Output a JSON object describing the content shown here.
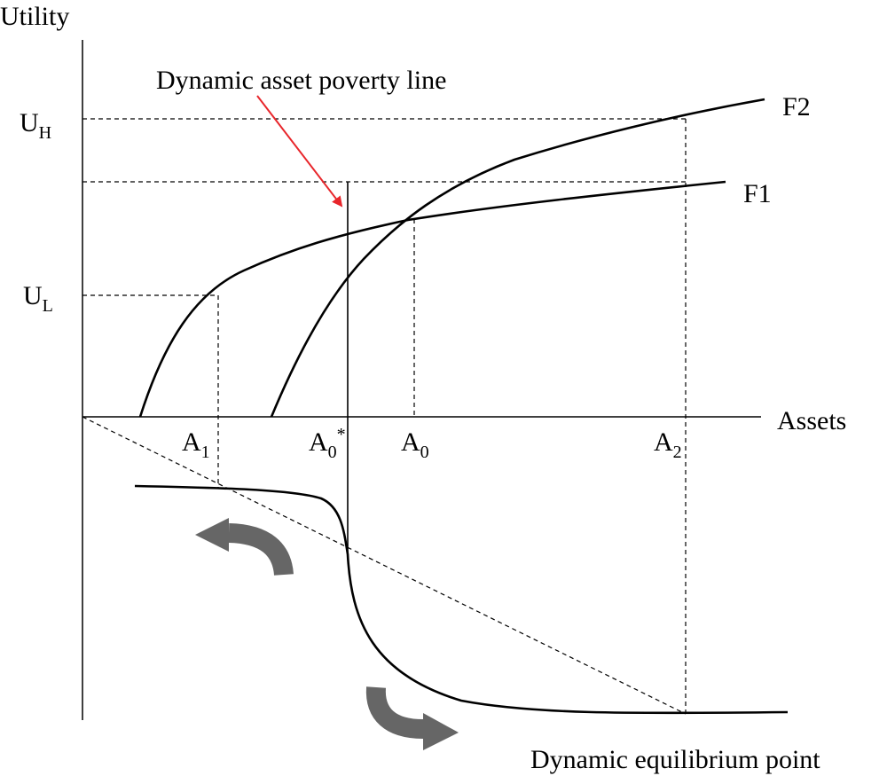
{
  "axes": {
    "y_label": "Utility",
    "x_label": "Assets"
  },
  "curves": {
    "f1": "F1",
    "f2": "F2"
  },
  "y_ticks": [
    {
      "main": "U",
      "sub": "H"
    },
    {
      "main": "U",
      "sub": "L"
    }
  ],
  "x_ticks": [
    {
      "main": "A",
      "sub": "1",
      "sup": ""
    },
    {
      "main": "A",
      "sub": "0",
      "sup": "*"
    },
    {
      "main": "A",
      "sub": "0",
      "sup": ""
    },
    {
      "main": "A",
      "sub": "2",
      "sup": ""
    }
  ],
  "annotations": {
    "poverty_line": "Dynamic asset poverty line",
    "equilibrium": "Dynamic equilibrium point"
  },
  "colors": {
    "pointer_arrow": "#e8262b",
    "flow_arrows": "#666666",
    "lines": "#000000"
  }
}
